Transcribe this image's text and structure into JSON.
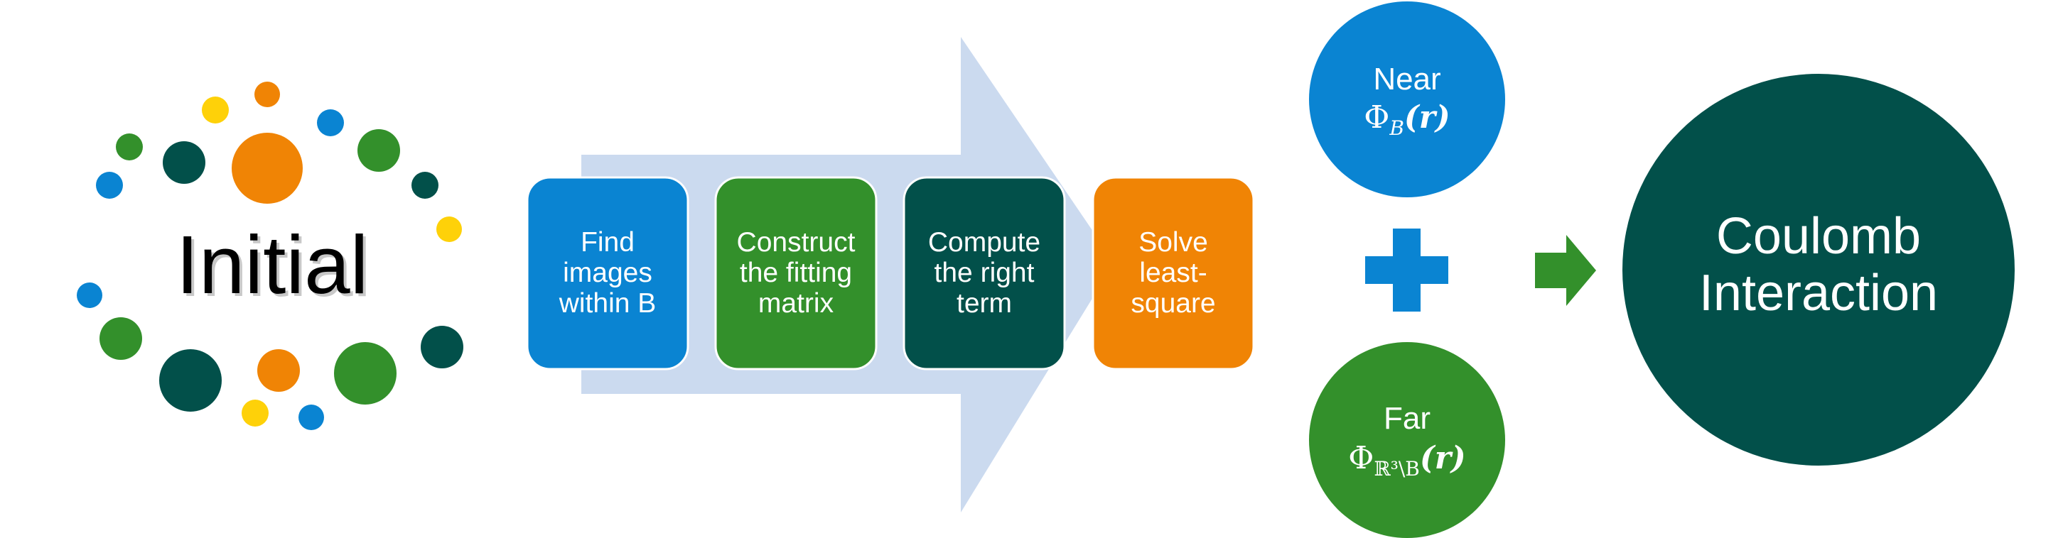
{
  "initial": {
    "title": "Initial"
  },
  "steps": [
    {
      "lines": [
        "Find",
        "images",
        "within B"
      ],
      "color": "#0a84d2"
    },
    {
      "lines": [
        "Construct",
        "the fitting",
        "matrix"
      ],
      "color": "#33902b"
    },
    {
      "lines": [
        "Compute",
        "the right",
        "term"
      ],
      "color": "#02504a"
    },
    {
      "lines": [
        "Solve",
        "least-",
        "square"
      ],
      "color": "#f08405"
    }
  ],
  "near": {
    "label": "Near",
    "phi": "Φ",
    "subscript": "B",
    "arg": "(r)",
    "color": "#0a84d2"
  },
  "far": {
    "label": "Far",
    "phi": "Φ",
    "subscript": "ℝ³\\B",
    "arg": "(r)",
    "color": "#33902b"
  },
  "result": {
    "line1": "Coulomb",
    "line2": "Interaction",
    "color": "#02504a"
  },
  "colors": {
    "big_arrow": "#cbdaef",
    "plus": "#0a84d2",
    "small_arrow": "#33902b",
    "dot_blue": "#0a84d2",
    "dot_green": "#33902b",
    "dot_dark": "#02504a",
    "dot_orange": "#f08405",
    "dot_yellow": "#fed109"
  }
}
